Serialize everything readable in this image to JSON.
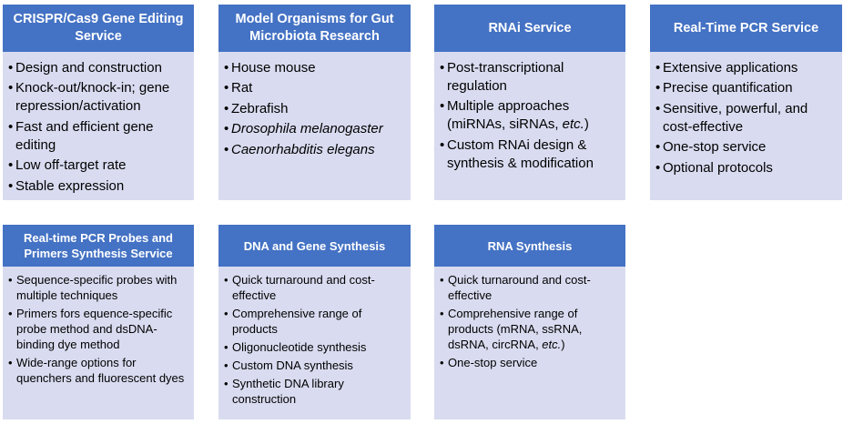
{
  "colors": {
    "header_fill": "#4472c4",
    "body_fill": "#d9dcf0",
    "header_text": "#ffffff"
  },
  "boxes": [
    {
      "title": "CRISPR/Cas9 Gene Editing Service",
      "items": [
        {
          "text": "Design and construction"
        },
        {
          "text": "Knock-out/knock-in; gene repression/activation"
        },
        {
          "text": "Fast and efficient gene editing"
        },
        {
          "text": "Low off-target rate"
        },
        {
          "text": "Stable expression"
        }
      ]
    },
    {
      "title": "Model Organisms for Gut Microbiota Research",
      "items": [
        {
          "text": "House mouse"
        },
        {
          "text": "Rat"
        },
        {
          "text": "Zebrafish"
        },
        {
          "text": "Drosophila melanogaster",
          "italic": true
        },
        {
          "text": "Caenorhabditis elegans",
          "italic": true
        }
      ]
    },
    {
      "title": "RNAi Service",
      "items": [
        {
          "text": "Post-transcriptional regulation"
        },
        {
          "text": "Multiple approaches (miRNAs, siRNAs, ",
          "italic_part": "etc.",
          "after": ")"
        },
        {
          "text": "Custom RNAi design & synthesis & modification"
        }
      ]
    },
    {
      "title": "Real-Time PCR Service",
      "items": [
        {
          "text": "Extensive applications"
        },
        {
          "text": "Precise quantification"
        },
        {
          "text": "Sensitive, powerful, and cost-effective"
        },
        {
          "text": "One-stop service"
        },
        {
          "text": "Optional protocols"
        }
      ]
    },
    {
      "title": "Real-time PCR Probes and Primers Synthesis Service",
      "items": [
        {
          "text": "Sequence-specific probes with multiple techniques"
        },
        {
          "text": "Primers fors equence-specific probe method and dsDNA-binding dye method"
        },
        {
          "text": "Wide-range options for quenchers and fluorescent dyes"
        }
      ]
    },
    {
      "title": "DNA and Gene Synthesis",
      "items": [
        {
          "text": "Quick turnaround and cost-effective"
        },
        {
          "text": "Comprehensive range of products"
        },
        {
          "text": "Oligonucleotide synthesis"
        },
        {
          "text": "Custom DNA synthesis"
        },
        {
          "text": "Synthetic DNA library construction"
        }
      ]
    },
    {
      "title": "RNA Synthesis",
      "items": [
        {
          "text": "Quick turnaround and cost-effective"
        },
        {
          "text": "Comprehensive range of products (mRNA, ssRNA, dsRNA, circRNA, ",
          "italic_part": "etc.",
          "after": ")"
        },
        {
          "text": "One-stop service"
        }
      ]
    }
  ]
}
